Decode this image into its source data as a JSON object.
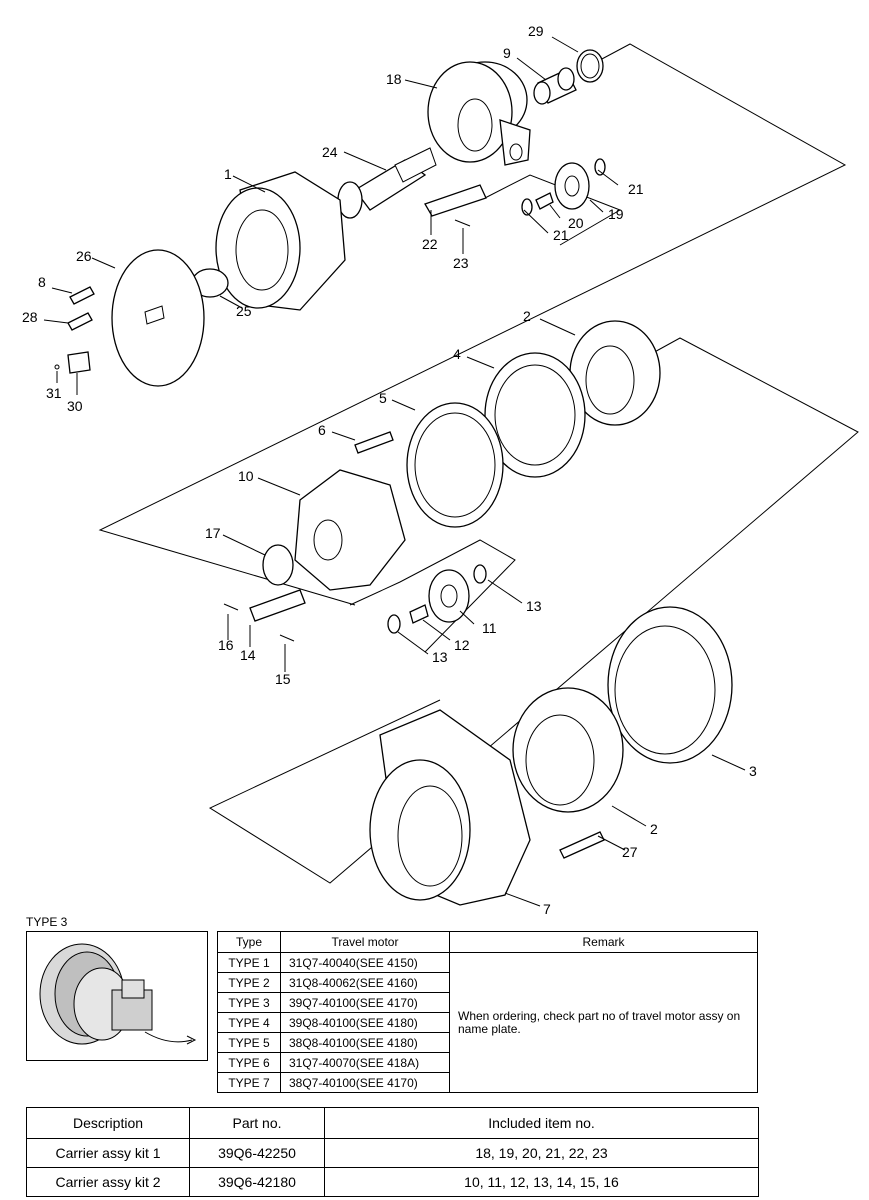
{
  "callouts": [
    "1",
    "2",
    "3",
    "4",
    "5",
    "6",
    "7",
    "8",
    "9",
    "10",
    "11",
    "12",
    "13",
    "14",
    "15",
    "16",
    "17",
    "18",
    "19",
    "20",
    "21",
    "22",
    "23",
    "24",
    "25",
    "26",
    "27",
    "28",
    "29",
    "30",
    "31"
  ],
  "labels": {
    "l29": "29",
    "l9": "9",
    "l18": "18",
    "l24": "24",
    "l1": "1",
    "l21a": "21",
    "l20": "20",
    "l19": "19",
    "l21b": "21",
    "l22": "22",
    "l23": "23",
    "l26": "26",
    "l8": "8",
    "l28": "28",
    "l25": "25",
    "l31": "31",
    "l30": "30",
    "l2a": "2",
    "l4": "4",
    "l5": "5",
    "l6": "6",
    "l10": "10",
    "l17": "17",
    "l13a": "13",
    "l11": "11",
    "l12": "12",
    "l13b": "13",
    "l16": "16",
    "l14": "14",
    "l15": "15",
    "l3": "3",
    "l2b": "2",
    "l27": "27",
    "l7": "7"
  },
  "type3_title": "TYPE 3",
  "type_table": {
    "headers": [
      "Type",
      "Travel motor",
      "Remark"
    ],
    "rows": [
      {
        "type": "TYPE 1",
        "motor": "31Q7-40040(SEE 4150)"
      },
      {
        "type": "TYPE 2",
        "motor": "31Q8-40062(SEE 4160)"
      },
      {
        "type": "TYPE 3",
        "motor": "39Q7-40100(SEE 4170)"
      },
      {
        "type": "TYPE 4",
        "motor": "39Q8-40100(SEE 4180)"
      },
      {
        "type": "TYPE 5",
        "motor": "38Q8-40100(SEE 4180)"
      },
      {
        "type": "TYPE 6",
        "motor": "31Q7-40070(SEE 418A)"
      },
      {
        "type": "TYPE 7",
        "motor": "38Q7-40100(SEE 4170)"
      }
    ],
    "remark": "When ordering, check part no of travel motor assy on name plate."
  },
  "kit_table": {
    "headers": [
      "Description",
      "Part no.",
      "Included item no."
    ],
    "rows": [
      {
        "description": "Carrier assy kit 1",
        "part_no": "39Q6-42250",
        "items": "18, 19, 20, 21, 22, 23"
      },
      {
        "description": "Carrier assy kit 2",
        "part_no": "39Q6-42180",
        "items": "10, 11, 12, 13, 14, 15, 16"
      }
    ]
  }
}
